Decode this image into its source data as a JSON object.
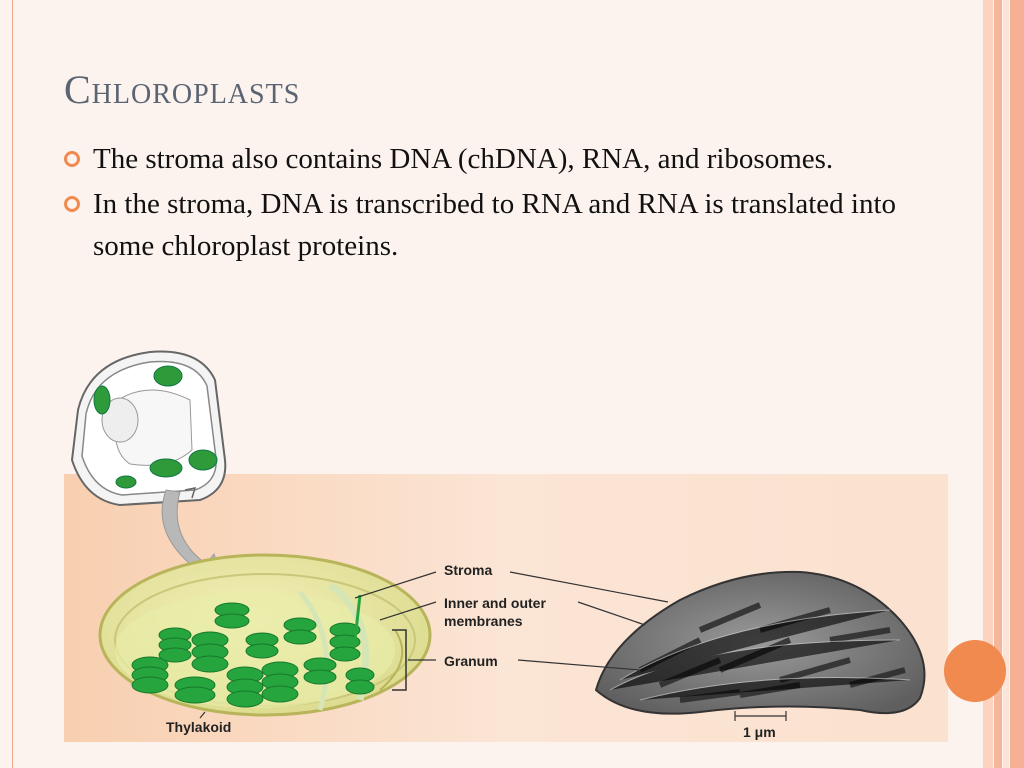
{
  "slide": {
    "title": "Chloroplasts",
    "bullets": [
      "The stroma also contains DNA (chDNA), RNA, and ribosomes.",
      "In the stroma, DNA is transcribed to RNA and RNA is translated into some chloroplast proteins."
    ]
  },
  "figure": {
    "labels": {
      "stroma": "Stroma",
      "membranes_line1": "Inner and outer",
      "membranes_line2": "membranes",
      "granum": "Granum",
      "thylakoid": "Thylakoid",
      "scale_bar": "1 μm"
    }
  },
  "colors": {
    "accent": "#f08a4f",
    "title": "#5a6473",
    "chloroplast_green": "#1f9a3a",
    "figure_bg": "#fbe3d0"
  }
}
